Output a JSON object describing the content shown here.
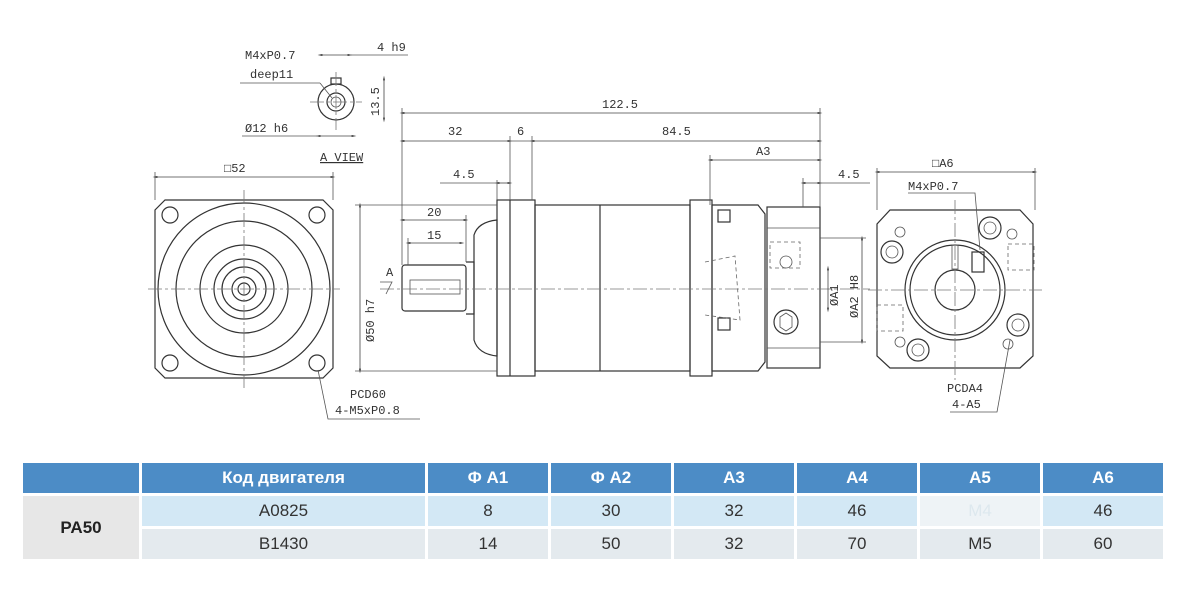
{
  "drawing": {
    "a_view": {
      "thread": "M4xP0.7",
      "depth": "deep11",
      "key_width": "4 h9",
      "height": "13.5",
      "shaft_dia": "Ø12 h6",
      "title": "A VIEW"
    },
    "front_view": {
      "square": "□52",
      "pcd": "PCD60",
      "holes": "4-M5xP0.8"
    },
    "side_view": {
      "total": "122.5",
      "d32": "32",
      "d6": "6",
      "d84": "84.5",
      "d4_5_left": "4.5",
      "d20": "20",
      "d15": "15",
      "pilot": "Ø50 h7",
      "a_mark": "A",
      "a3": "A3",
      "d4_5_right": "4.5",
      "a1": "ØA1",
      "a2": "ØA2 H8"
    },
    "flange_view": {
      "square": "□A6",
      "thread": "M4xP0.7",
      "pcd": "PCDA4",
      "holes": "4-A5"
    }
  },
  "table": {
    "headers": [
      "",
      "Код двигателя",
      "Φ A1",
      "Φ A2",
      "A3",
      "A4",
      "A5",
      "A6"
    ],
    "model": "PA50",
    "rows": [
      [
        "A0825",
        "8",
        "30",
        "32",
        "46",
        "M4",
        "46"
      ],
      [
        "B1430",
        "14",
        "50",
        "32",
        "70",
        "M5",
        "60"
      ]
    ]
  }
}
